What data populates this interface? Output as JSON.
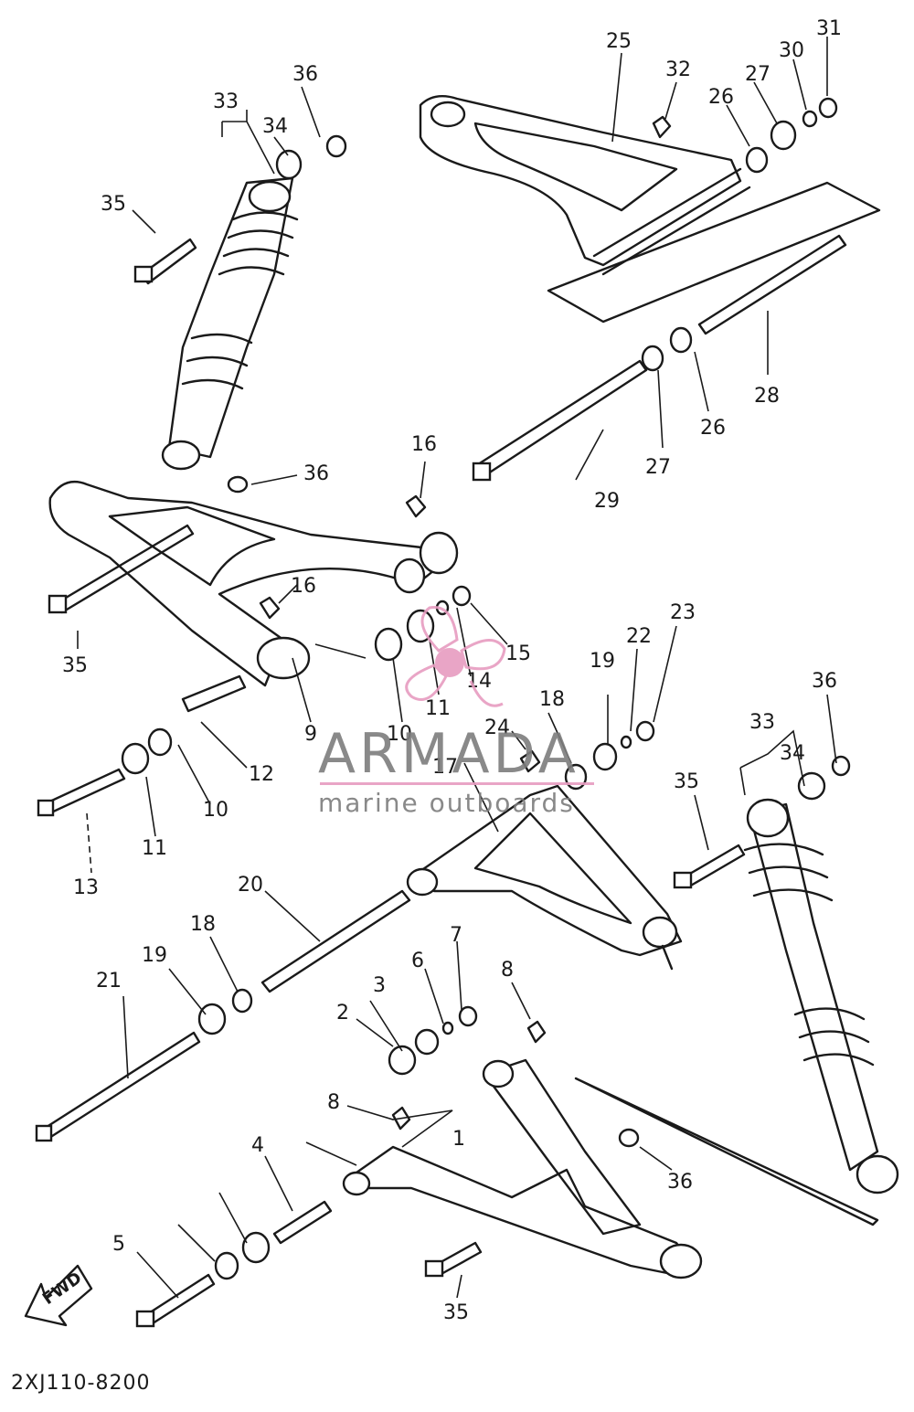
{
  "diagram": {
    "part_code": "2XJ110-8200",
    "direction_label": "FWD",
    "callouts": [
      "1",
      "2",
      "3",
      "4",
      "5",
      "6",
      "7",
      "8",
      "8",
      "9",
      "10",
      "10",
      "11",
      "11",
      "12",
      "13",
      "14",
      "15",
      "16",
      "16",
      "17",
      "18",
      "18",
      "19",
      "19",
      "20",
      "21",
      "22",
      "23",
      "24",
      "25",
      "26",
      "26",
      "27",
      "27",
      "28",
      "29",
      "30",
      "31",
      "32",
      "33",
      "33",
      "34",
      "34",
      "35",
      "35",
      "35",
      "35",
      "36",
      "36",
      "36",
      "36"
    ]
  },
  "watermark": {
    "brand": "ARMADA",
    "tagline": "marine outboards",
    "colors": {
      "accent": "#e79cc0",
      "text": "#7d7d7d"
    }
  }
}
